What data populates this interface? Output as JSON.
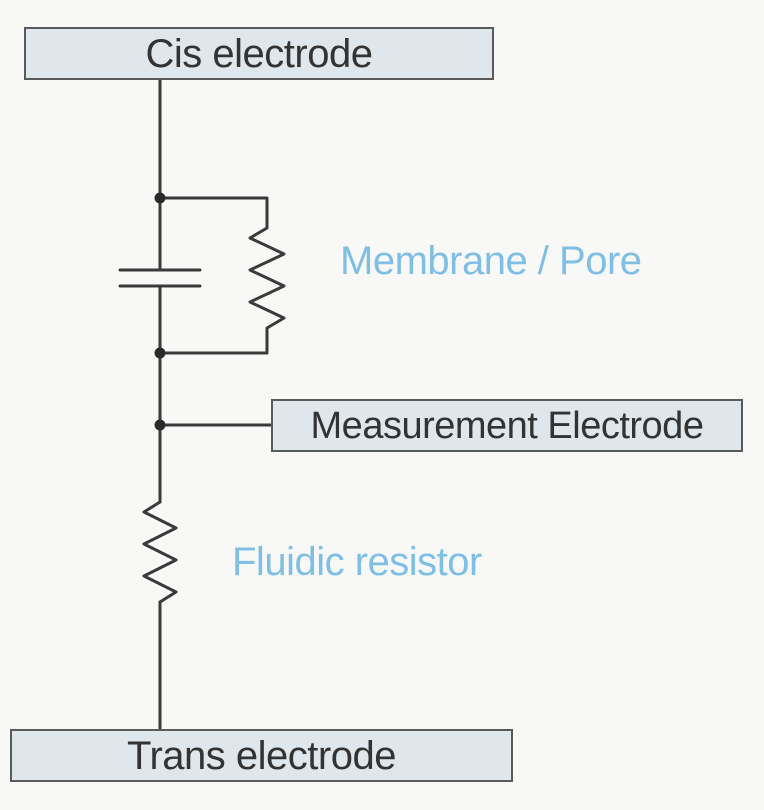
{
  "electrodes": {
    "cis": "Cis electrode",
    "measurement": "Measurement Electrode",
    "trans": "Trans electrode"
  },
  "annotations": {
    "membrane_pore": "Membrane / Pore",
    "fluidic_resistor": "Fluidic resistor"
  },
  "colors": {
    "wire": "#3a3a3a",
    "electrode_fill": "#dfe7ec",
    "annotation_text": "#7fbfe6"
  }
}
